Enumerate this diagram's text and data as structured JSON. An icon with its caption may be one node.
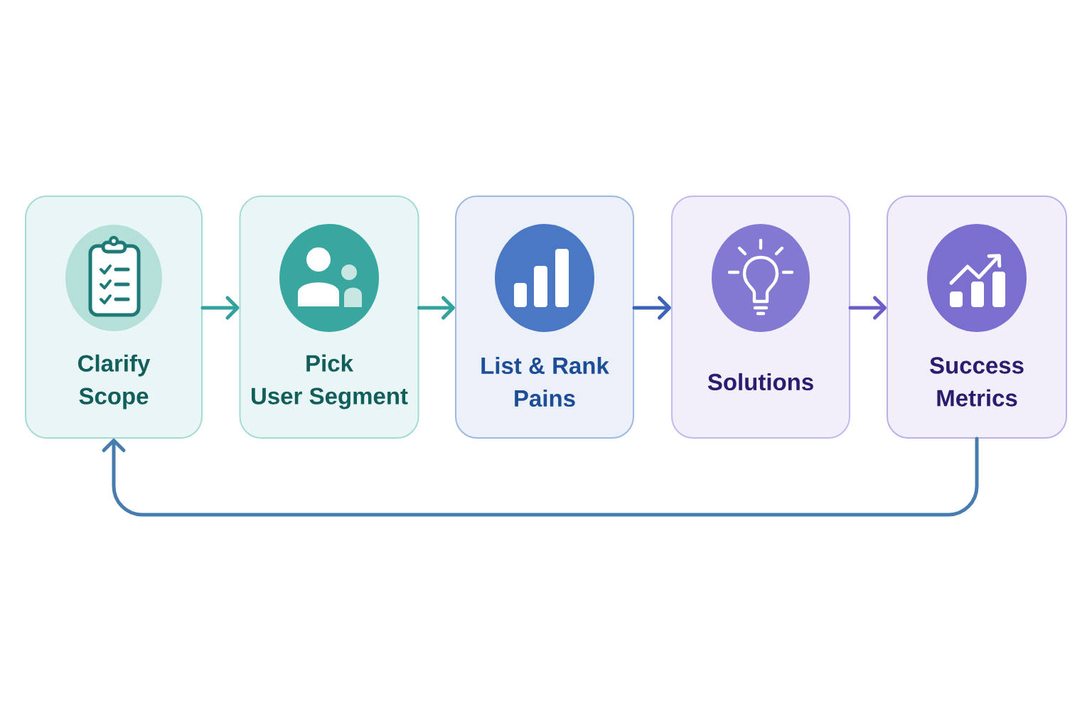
{
  "diagram": {
    "nodes": [
      {
        "text": [
          "Clarify Scope"
        ]
      },
      {
        "text": [
          "Pick User Segment"
        ]
      },
      {
        "text": [
          "List & Rank Pains"
        ]
      },
      {
        "text": [
          "Solutions"
        ]
      },
      {
        "text": [
          "Success Metrics"
        ]
      }
    ],
    "edges": [
      {
        "from": 0,
        "to": 1,
        "arrow": "to"
      },
      {
        "from": 1,
        "to": 2,
        "arrow": "to"
      },
      {
        "from": 2,
        "to": 3,
        "arrow": "to",
        "color": "#3d63b8"
      },
      {
        "from": 3,
        "to": 4,
        "arrow": "to",
        "color": "#6a5ec6"
      },
      {
        "from": 4,
        "to": 0,
        "arrow": "to",
        "color": "#477cae"
      }
    ]
  }
}
